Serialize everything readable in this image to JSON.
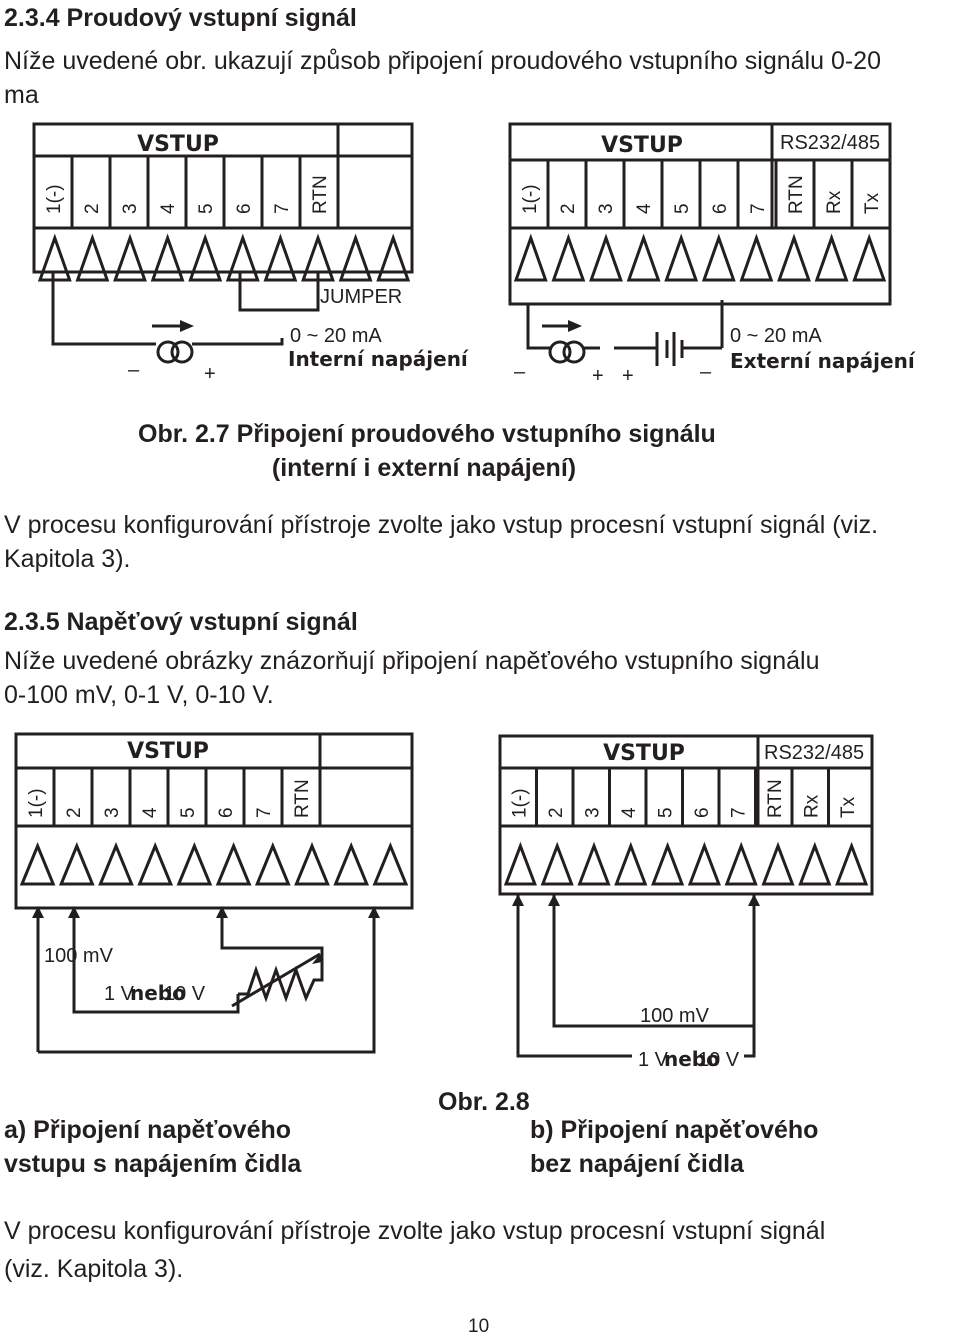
{
  "section_234": {
    "title": "2.3.4 Proudový vstupní signál",
    "intro_line1": "Níže uvedené obr. ukazují způsob připojení proudového vstupního signálu 0-20",
    "intro_line2": "ma"
  },
  "figure_27": {
    "left": {
      "header": "VSTUP",
      "columns": [
        "1(-)",
        "2",
        "3",
        "4",
        "5",
        "6",
        "7",
        "RTN"
      ],
      "jumper": "JUMPER",
      "range": "0 ~ 20 mA",
      "supply": "Interní napájení",
      "minus": "–",
      "plus": "+"
    },
    "right": {
      "header": "VSTUP",
      "comm_header": "RS232/485",
      "columns": [
        "1(-)",
        "2",
        "3",
        "4",
        "5",
        "6",
        "7",
        "RTN",
        "Rx",
        "Tx"
      ],
      "range": "0 ~ 20 mA",
      "supply": "Externí napájení",
      "minus": "–",
      "plus1": "+",
      "plus2": "+",
      "minus2": "–"
    },
    "caption_line1": "Obr. 2.7 Připojení proudového vstupního signálu",
    "caption_line2": "(interní i externí napájení)"
  },
  "note1_line1": "V procesu konfigurování přístroje zvolte jako vstup procesní vstupní signál (viz.",
  "note1_line2": "Kapitola 3).",
  "section_235": {
    "title": "2.3.5 Napěťový vstupní signál",
    "intro_line1": "Níže uvedené obrázky znázorňují připojení napěťového vstupního signálu",
    "intro_line2": "0-100 mV, 0-1 V, 0-10 V."
  },
  "figure_28": {
    "left": {
      "header": "VSTUP",
      "columns": [
        "1(-)",
        "2",
        "3",
        "4",
        "5",
        "6",
        "7",
        "RTN"
      ],
      "label_100mv": "100 mV",
      "label_1v": "1 V",
      "label_nebo": "nebo",
      "label_10v": "10 V"
    },
    "right": {
      "header": "VSTUP",
      "comm_header": "RS232/485",
      "columns": [
        "1(-)",
        "2",
        "3",
        "4",
        "5",
        "6",
        "7",
        "RTN",
        "Rx",
        "Tx"
      ],
      "label_100mv": "100 mV",
      "label_1v": "1 V",
      "label_nebo": "nebo",
      "label_10v": "10 V"
    },
    "figure_number": "Obr. 2.8",
    "caption_a_line1": "a) Připojení napěťového",
    "caption_a_line2": "vstupu s napájením čidla",
    "caption_b_line1": "b) Připojení napěťového",
    "caption_b_line2": "bez napájení čidla"
  },
  "note2_line1": "V procesu konfigurování přístroje zvolte jako vstup procesní vstupní signál",
  "note2_line2": "(viz. Kapitola 3).",
  "page_number": "10"
}
